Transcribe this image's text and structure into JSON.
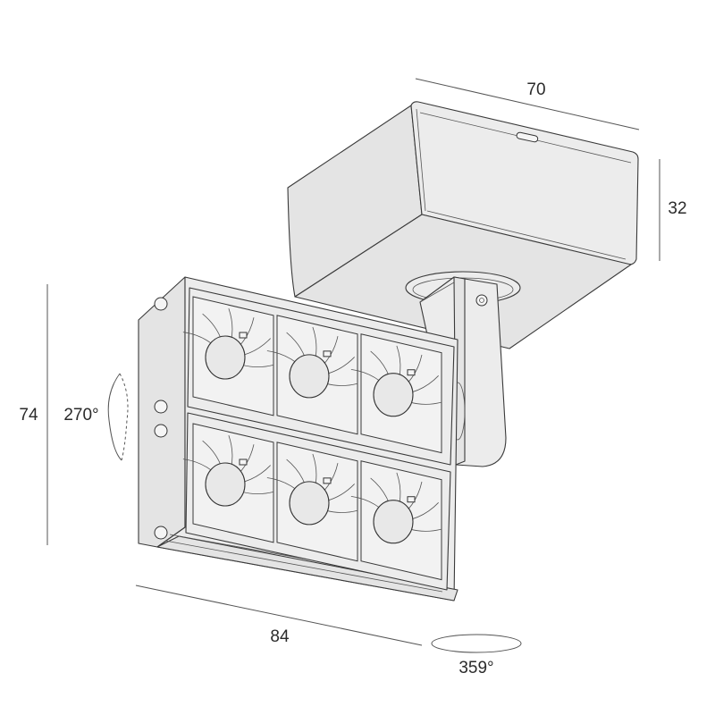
{
  "drawing": {
    "dimensions": {
      "width_top": "70",
      "height_top": "32",
      "height_left": "74",
      "width_bottom": "84",
      "tilt_angle": "270°",
      "rotation_angle": "359°"
    },
    "module": {
      "rows": 2,
      "lenses_per_row": 3
    }
  }
}
